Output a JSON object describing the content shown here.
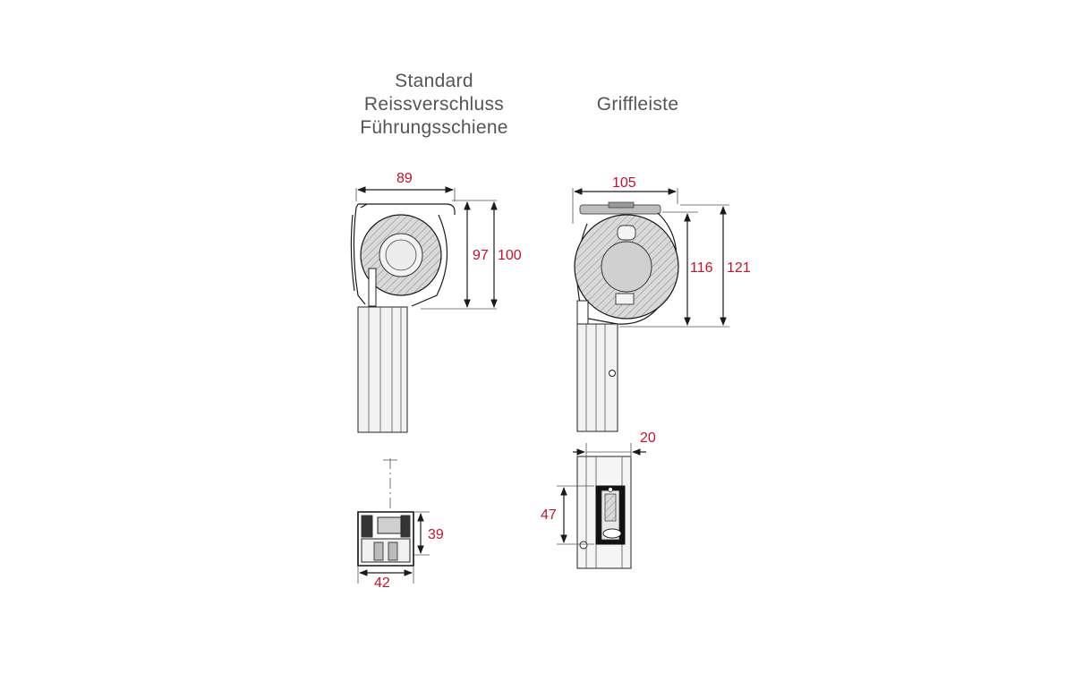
{
  "titles": {
    "left": [
      "Standard",
      "Reissverschluss",
      "Führungsschiene"
    ],
    "right": "Griffleiste"
  },
  "dimensions": {
    "std_width": "89",
    "std_height_inner": "97",
    "std_height_outer": "100",
    "grip_width": "105",
    "grip_height_inner": "116",
    "grip_height_outer": "121",
    "rail_std_height": "39",
    "rail_std_width": "42",
    "rail_grip_width": "20",
    "rail_grip_height": "47"
  },
  "colors": {
    "dimension_text": "#c8102e",
    "title_text": "#555555",
    "line": "#1a1a1a"
  }
}
